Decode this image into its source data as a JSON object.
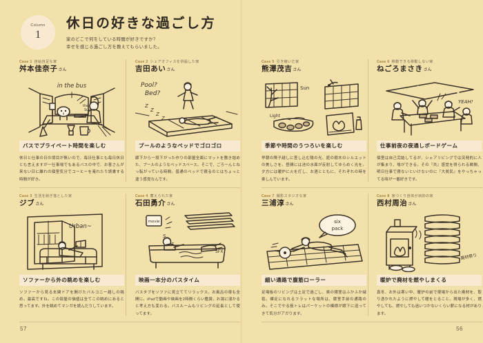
{
  "header": {
    "column_label": "Column",
    "column_number": "1",
    "title": "休日の好きな過ごし方",
    "subtitle_line1": "家のどこで何をしている時間が好きですか？",
    "subtitle_line2": "幸せを感じる過ごし方を教えてもらいました。"
  },
  "pages": {
    "left_number": "57",
    "right_number": "56"
  },
  "colors": {
    "background": "#f3e1ac",
    "panel": "#f7ead0",
    "ink": "#3a3128",
    "accent": "#9d7d35",
    "rule": "#d8c291"
  },
  "cases": [
    {
      "no": "Case 1",
      "house_type": "自給自足な家",
      "person": "舛本佳奈子",
      "honorific": "さん",
      "illustration": "person-and-dog-inside-converted-bus-with-coffee",
      "illustration_text": "in the bus",
      "caption_title": "バスでプライベート時間を楽しむ",
      "caption_body": "休日と仕事の日の境目が無いので、毎日仕事とも毎日休日とも言えますが一仕事場でもあるバスの中で、お客さんが来ない日に離れの個室気分でコーヒーを淹れたり読書する時間が好き。"
    },
    {
      "no": "Case 2",
      "house_type": "シェアオフィスを併設した家",
      "person": "吉田あい",
      "honorific": "さん",
      "illustration": "person-lying-on-wide-mattress-bed-space",
      "illustration_text": "Pool? Bed? ZZZZ",
      "caption_title": "プールのようなベッドでゴロゴロ",
      "caption_body": "廊下から一段下がった作りの部屋全面にマットを敷き詰めた、プールのようなベッドスペース。そこで、ごろーんとねっ転がっている時間。普通のベッドで寝るのとはちょっと違う感覚なんです。"
    },
    {
      "no": "Case 3",
      "house_type": "生活を削ぎ落とした家",
      "person": "ジブ",
      "honorific": "さん",
      "illustration": "person-on-sofa-looking-out-open-balcony-door",
      "illustration_text": "Urban~",
      "caption_title": "ソファーから外の眺めを楽しむ",
      "caption_body": "ソファーから見る玄関ドアを開けたバルコニー越しの眺め。最高ですね。この部屋の価値は全てこの眺めにあると思ってます。外を眺めてマンガを読んだりしています。"
    },
    {
      "no": "Case 4",
      "house_type": "蓄えられた家",
      "person": "石田勇介",
      "honorific": "さん",
      "illustration": "person-in-bathtub-watching-movie-on-tablet",
      "illustration_text": "movie SFX",
      "caption_title": "映画一本分のバスタイム",
      "caption_body": "バスタブをソファに見立ててリラックス。お風呂の扉も全開に。iPadで動画や映画を2時間くらい鑑賞。お湯に浸かると考え方も変わる。バスルームもリビングの延長として使ってます。"
    },
    {
      "no": "Case 5",
      "house_type": "引き継いだ家",
      "person": "熊澤茂吉",
      "honorific": "さん",
      "illustration": "shoji-screen-sunlight-pond-reflection-and-fireplace",
      "illustration_text": "Sun Light",
      "caption_title": "季節や時間のうつろいを楽しむ",
      "caption_body": "早朝の障子越しに差し込む陽の光、庭の樹木のシルエットの美しさを。昼間には池の水面が反射してゆらめく光を。夕方には暖炉に火を灯し、お酒とともに、それぞれの時を楽しんでいます。"
    },
    {
      "no": "Case 6",
      "house_type": "移動できる移動しない家",
      "person": "ねごろまさき",
      "honorific": "さん",
      "illustration": "group-of-people-playing-board-game-at-night",
      "illustration_text": "YEAH!",
      "caption_title": "仕事前夜の夜通しボードゲーム",
      "caption_body": "個室は自己完結してるが、シェアリビングでは突発的に人が集まり、場ができる。その『共』感覚を得られる瞬間、明日仕事で寝ないといけないのに『大貧民』をやっちゃってる時が一番好きです。"
    },
    {
      "no": "Case 7",
      "house_type": "撮影スタジオな家",
      "person": "三浦淳",
      "honorific": "さん",
      "illustration": "person-doing-ab-roller-on-parquet-corridor",
      "illustration_text": "six pack",
      "caption_title": "細い通路で腹筋ローラー",
      "caption_body": "足場板のリビングは土足で過ごし、奥の寝室はふかふか絨毯。裸足になれるフラットな場所は、寝室手前の通路のみ。そこでやる筋トレはパーケットの模様が眼下に迫ってきて気分がアガります。"
    },
    {
      "no": "Case 8",
      "house_type": "家づくり自体が目的の家",
      "person": "西村周治",
      "honorific": "さん",
      "illustration": "wood-burning-stove-with-stacked-scrap-lumber",
      "illustration_text": "廃材祭り",
      "caption_title": "暖炉で廃材を燃やしまくる",
      "caption_body": "真冬、お外は寒い中、暖炉の前で現場から出た廃材を、取り憑かれたように燃やして暖をとること。現場が多く、燃やしても、燃やしても追いつかないくらい薪になる材があります。"
    }
  ]
}
